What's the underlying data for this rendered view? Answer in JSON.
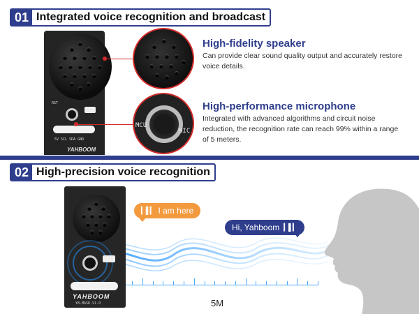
{
  "section1": {
    "number": "01",
    "title": "Integrated voice recognition and broadcast",
    "board_label": "YAHBOOM",
    "features": [
      {
        "title": "High-fidelity speaker",
        "description": "Can provide clear sound quality output and accurately restore voice details."
      },
      {
        "title": "High-performance microphone",
        "description": "Integrated with advanced algorithms and circuit noise reduction, the recognition rate can reach 99% within a range of 5 meters."
      }
    ],
    "zoom_mic_labels": {
      "left": "MCU",
      "right": "MIC"
    }
  },
  "section2": {
    "number": "02",
    "title": "High-precision voice recognition",
    "board_brand": "YAHBOOM",
    "board_model": "YB-MASR-V1.0",
    "bubble_device": "I am here",
    "bubble_person": "Hi, Yahboom",
    "distance": "5M"
  },
  "colors": {
    "brand_navy": "#2f3e8c",
    "accent_red": "#d12a2a",
    "bubble_orange": "#f39a3e",
    "wave_blue": "#4aa8ff"
  },
  "icons": {
    "bubble": "sound-wave-icon",
    "person": "human-head-profile"
  }
}
